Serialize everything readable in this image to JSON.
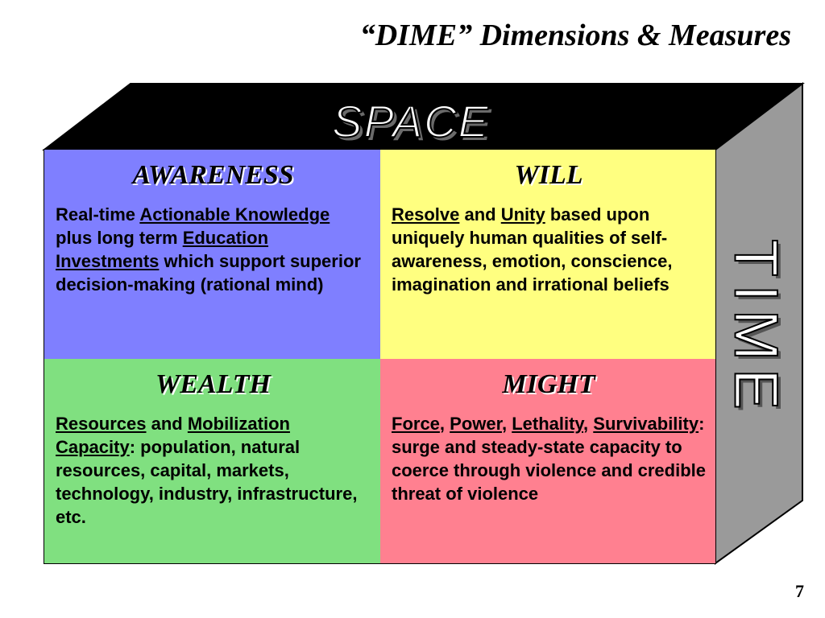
{
  "slide": {
    "title": "“DIME” Dimensions & Measures",
    "page_number": "7"
  },
  "cube": {
    "top_label": "SPACE",
    "side_label": "TIME",
    "colors": {
      "top": "#000000",
      "side": "#9a9a9a",
      "awareness": "#7f7fff",
      "will": "#ffff80",
      "wealth": "#80e080",
      "might": "#ff8090"
    }
  },
  "quadrants": {
    "awareness": {
      "heading": "AWARENESS",
      "t1": "Real-time ",
      "u1": "Actionable Knowledge",
      "t2": " plus long term ",
      "u2": "Education Investments",
      "t3": " which support superior decision-making (rational mind)"
    },
    "will": {
      "heading": "WILL",
      "u1": "Resolve",
      "t1": " and ",
      "u2": "Unity",
      "t2": " based upon uniquely human qualities of self-awareness, emotion, conscience, imagination and irrational beliefs"
    },
    "wealth": {
      "heading": "WEALTH",
      "u1": "Resources",
      "t1": " and ",
      "u2": "Mobilization Capacity",
      "t2": ": population, natural resources, capital, markets, technology, industry, infrastructure, etc."
    },
    "might": {
      "heading": "MIGHT",
      "u1": "Force",
      "t1": ", ",
      "u2": "Power",
      "t2": ", ",
      "u3": "Lethality",
      "t3": ", ",
      "u4": "Survivability",
      "t4": ": surge and steady-state capacity to coerce through violence and credible threat of violence"
    }
  }
}
